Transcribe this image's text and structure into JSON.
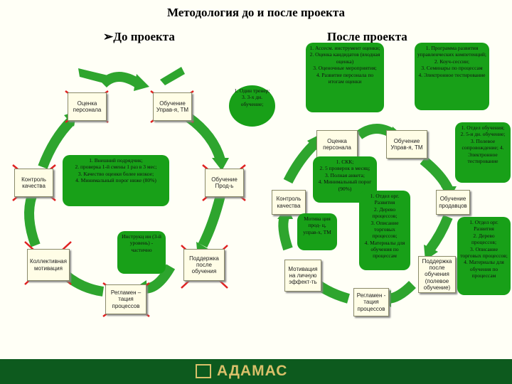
{
  "title": "Методология до и после проекта",
  "before_heading": "До проекта",
  "after_heading": "После проекта",
  "before": {
    "boxes": {
      "otsenka": "Оценка персонала",
      "obuchenie_upr": "Обучение Управ-я, ТМ",
      "kontrol": "Контроль качества",
      "obuchenie_prod": "Обучение Прод-ь",
      "motivaciya": "Коллективная мотивация",
      "reglament": "Регламен – тация процессов",
      "podderzhka": "Поддержка после обучения"
    },
    "callouts": {
      "trainer": "1. Один тренер;\n3. 3-х дн. обучение;",
      "kontrol": "1. Внешний подрядчик;\n2. проверка 1-й смены 1 раз в 3 мес;\n3. Качество оценки более низкое;\n4. Минимальный порог ниже (80%)",
      "instrukcii": "Инструкц ии (3-й уровень) - частично"
    }
  },
  "after": {
    "boxes": {
      "otsenka": "Оценка персонала",
      "obuchenie_upr": "Обучение Управ-я, ТМ",
      "kontrol": "Контроль качества",
      "obuchenie_prod": "Обучение продавцов",
      "motivaciya": "Мотивация на личную эффект-ть",
      "reglament": "Регламен - тация процессов",
      "podderzhka": "Поддержка после обучения (полевое обучение)"
    },
    "callouts": {
      "otsenka": "1. Ассесм. инструмент оценки;\n2. Оценка кандидатов (входная оценка)\n3. Оценочные мероприятия;\n4. Развитие персонала по итогам оценки",
      "razvitie": "1. Программа развития управленческих компетенций;\n2. Коуч-сессии;\n3. Семинары по процессам\n4. Электронное тестирование",
      "obuchenie": "1. Отдел обучения;\n2. 5-и дн. обучение;\n3. Полевое сопровождение; 4. Электронное тестирование",
      "kontrol": "1. СКК;\n2. 5 проверок в месяц;\n3. Полная анкета;\n4. Минимальный порог (90%)",
      "motivaciya": "Мотива ция прод- ц, управ-х, ТМ",
      "otdel_1": "1. Отдел орг. Развития\n2. Дерево процессов;\n3. Описание торговых процессов;\n4. Материалы для обучения по процессам",
      "otdel_2": "1. Отдел орг. Развития\n2. Дерево процессов;\n3. Описание торговых процессов;\n4. Материалы для обучения по процессам"
    }
  },
  "footer": {
    "logo": "АДАМАС"
  },
  "colors": {
    "green": "#18a018",
    "footer": "#0d5a1e",
    "gold": "#d9c06a",
    "cross": "#e02020",
    "arrow": "#2ea52e"
  }
}
